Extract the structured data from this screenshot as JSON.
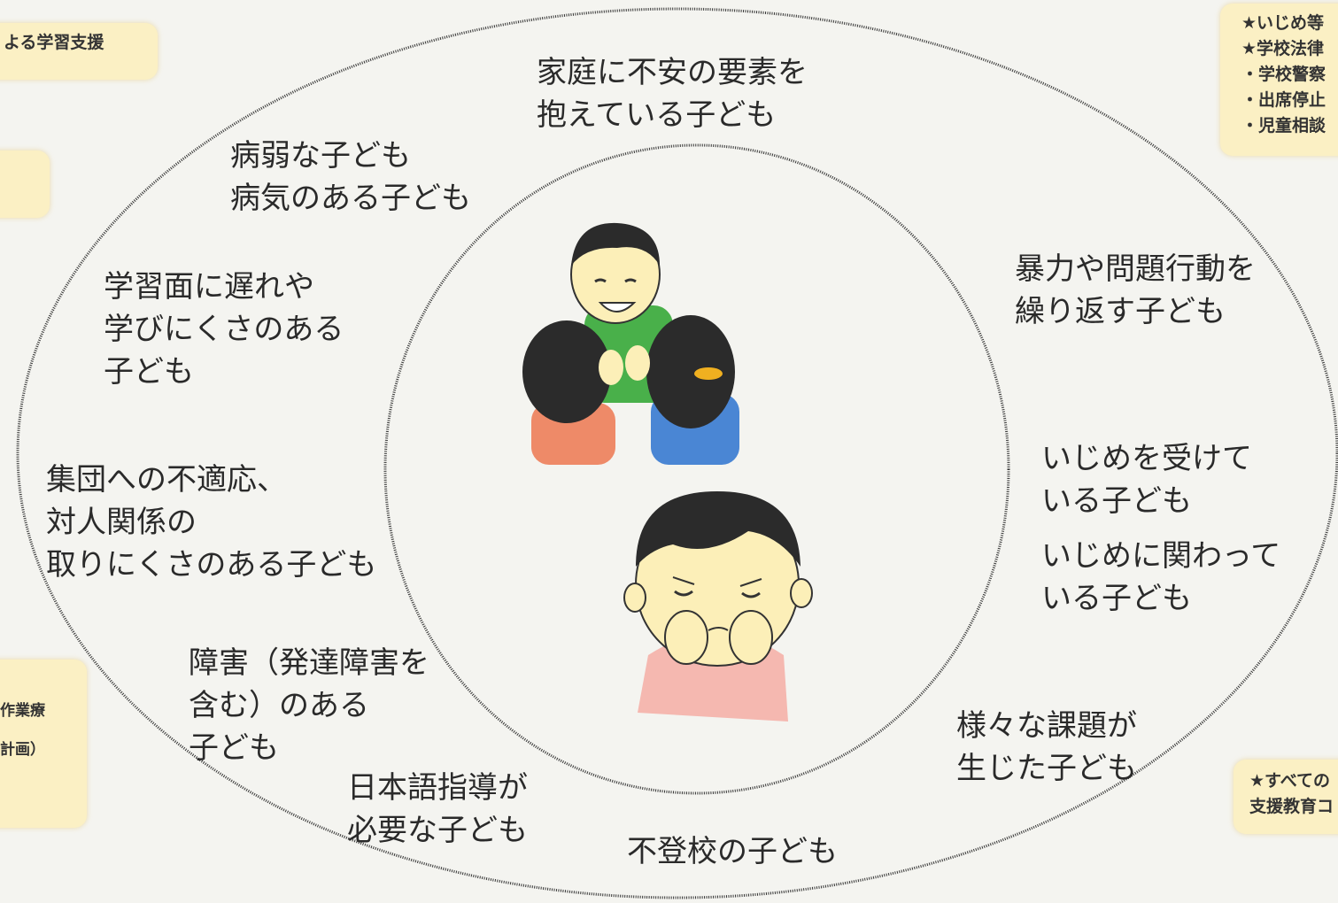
{
  "circle_labels": {
    "family_anxiety": [
      "家庭に不安の要素を",
      "抱えている子ども"
    ],
    "sickly": [
      "病弱な子ども",
      "病気のある子ども"
    ],
    "learning_delay": [
      "学習面に遅れや",
      "学びにくさのある",
      "子ども"
    ],
    "group_maladaptation": [
      "集団への不適応、",
      "対人関係の",
      "取りにくさのある子ども"
    ],
    "disability": [
      "障害（発達障害を",
      "含む）のある",
      "子ども"
    ],
    "japanese_instruction": [
      "日本語指導が",
      "必要な子ども"
    ],
    "school_refusal": [
      "不登校の子ども"
    ],
    "violence": [
      "暴力や問題行動を",
      "繰り返す子ども"
    ],
    "bullied": [
      "いじめを受けて",
      "いる子ども"
    ],
    "bullying_involved": [
      "いじめに関わって",
      "いる子ども"
    ],
    "various_issues": [
      "様々な課題が",
      "生じた子ども"
    ]
  },
  "side_boxes": {
    "top_left": [
      "よる学習支援"
    ],
    "middle_left": [
      ""
    ],
    "bottom_left": [
      "作業療",
      "",
      "計画）"
    ],
    "top_right": [
      "★いじめ等",
      "★学校法律",
      "・学校警察",
      "・出席停止",
      "・児童相談"
    ],
    "bottom_right": [
      "★すべての",
      "支援教育コ"
    ]
  },
  "colors": {
    "background": "#f4f4f0",
    "box_fill": "#fbf0c4",
    "ellipse_stroke": "#333333",
    "shirt_green": "#49b04a",
    "shirt_orange": "#ee8a68",
    "shirt_blue": "#4a86d4",
    "shirt_pink": "#f5b8b0",
    "skin": "#fcefb8",
    "hair": "#2b2b2b"
  },
  "icons": [
    "teacher-with-children-illustration",
    "worried-child-illustration"
  ]
}
